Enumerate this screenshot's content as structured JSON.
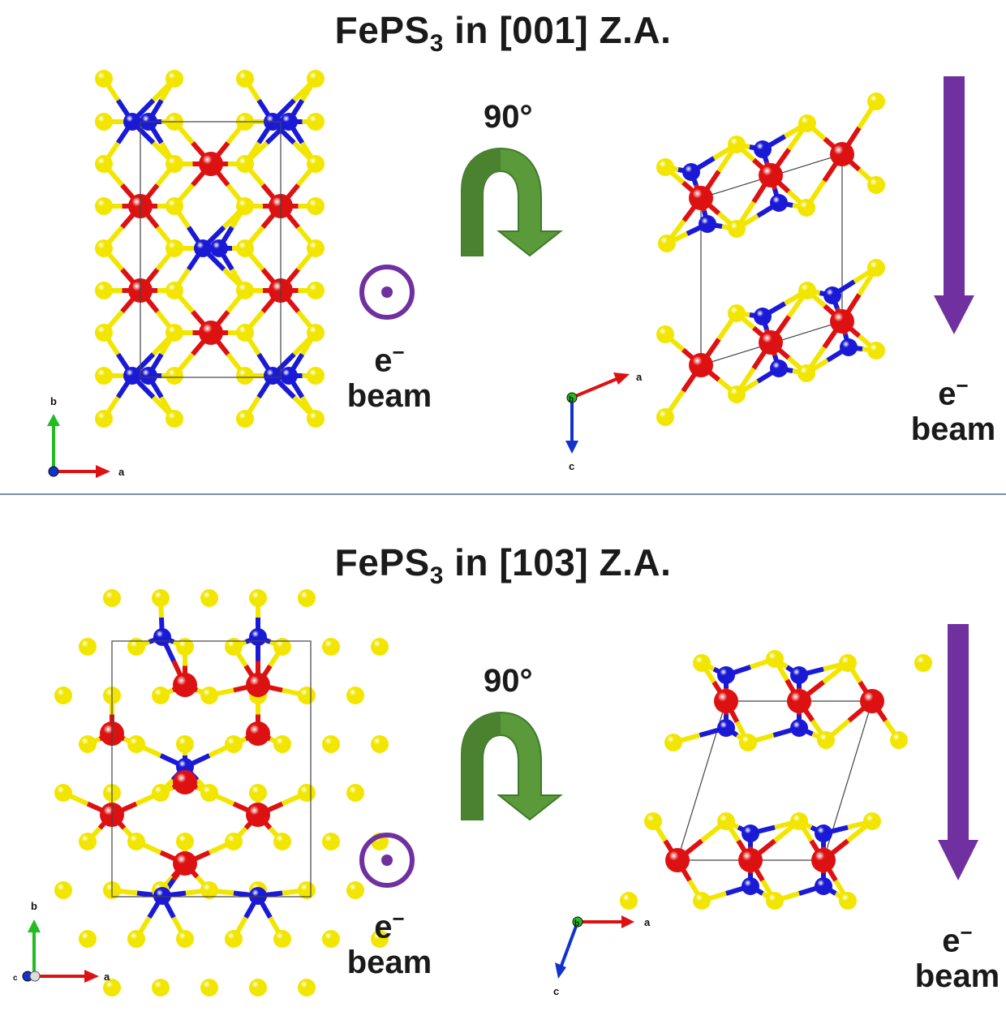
{
  "panels": [
    {
      "id": "top",
      "title_main": "FePS",
      "title_sub": "3",
      "title_rest": " in [001] Z.A.",
      "rotation_label": "90°",
      "beam_label_left": {
        "symbol": "e",
        "sup": "−",
        "word": "beam"
      },
      "beam_label_right": {
        "symbol": "e",
        "sup": "−",
        "word": "beam"
      },
      "axes_left": {
        "up": "b",
        "right": "a"
      },
      "axes_right": {
        "diag": "a",
        "down": "c",
        "center": "b"
      }
    },
    {
      "id": "bottom",
      "title_main": "FePS",
      "title_sub": "3",
      "title_rest": " in [103] Z.A.",
      "rotation_label": "90°",
      "beam_label_left": {
        "symbol": "e",
        "sup": "−",
        "word": "beam"
      },
      "beam_label_right": {
        "symbol": "e",
        "sup": "−",
        "word": "beam"
      },
      "axes_left": {
        "up": "b",
        "right": "a",
        "out": "c"
      },
      "axes_right": {
        "right": "a",
        "down": "c",
        "center": "b"
      }
    }
  ],
  "colors": {
    "fe_atom": "#dd1111",
    "p_atom": "#1a1ad6",
    "s_atom": "#f2e600",
    "beam_arrow": "#7030a0",
    "rotation_arrow": "#5a9a3a",
    "axis_a": "#dd1111",
    "axis_b": "#22bb22",
    "axis_c": "#1133cc",
    "divider": "#7a8eaa"
  }
}
